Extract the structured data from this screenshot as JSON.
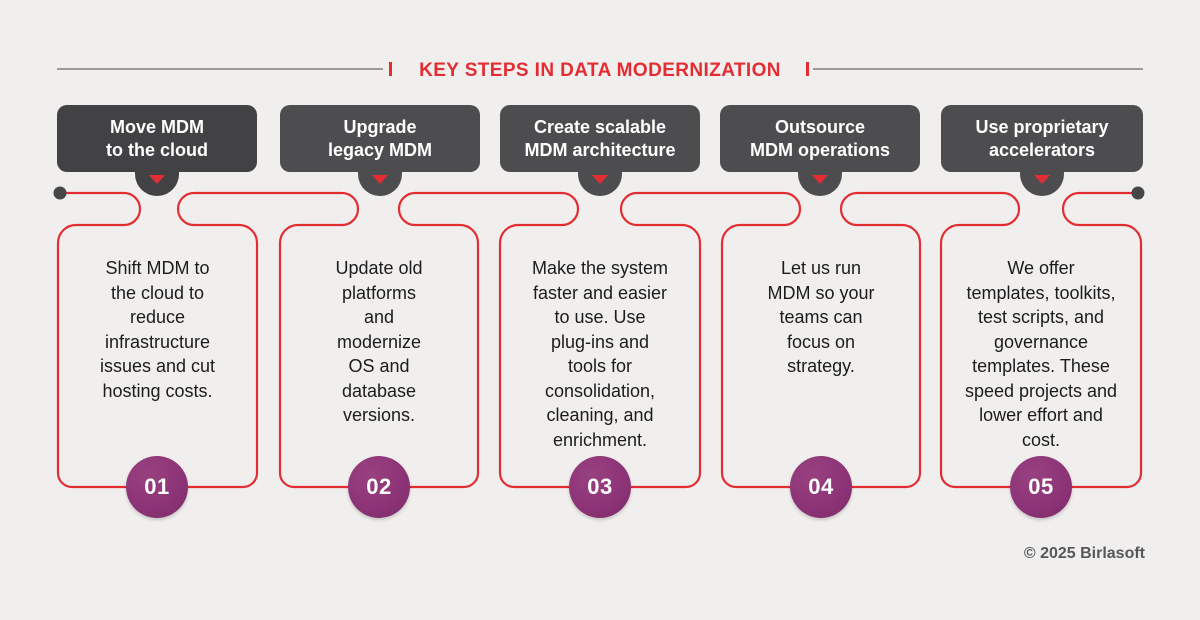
{
  "title": "KEY STEPS IN DATA MODERNIZATION",
  "colors": {
    "accent_red": "#e32d33",
    "header_box_dark": "#424244",
    "header_box": "#4d4d4f",
    "circle_purple": "#8d3478",
    "background": "#f0efed",
    "text_dark": "#1c1c1c",
    "rule_gray": "#9d9b99"
  },
  "steps": [
    {
      "number": "01",
      "heading": "Move MDM\nto the cloud",
      "description": "Shift MDM to\nthe cloud to\nreduce\ninfrastructure\nissues and cut\nhosting costs."
    },
    {
      "number": "02",
      "heading": "Upgrade\nlegacy MDM",
      "description": "Update old\nplatforms\nand\nmodernize\nOS and\ndatabase\nversions."
    },
    {
      "number": "03",
      "heading": "Create scalable\nMDM architecture",
      "description": "Make the system\nfaster and easier\nto use. Use\nplug-ins and\ntools for\nconsolidation,\ncleaning, and\nenrichment."
    },
    {
      "number": "04",
      "heading": "Outsource\nMDM operations",
      "description": "Let us run\nMDM so your\nteams can\nfocus on\nstrategy."
    },
    {
      "number": "05",
      "heading": "Use proprietary\naccelerators",
      "description": "We offer\ntemplates, toolkits,\ntest scripts, and\ngovernance\ntemplates. These\nspeed projects and\nlower effort and\ncost."
    }
  ],
  "footer": {
    "copyright": "© 2025 Birlasoft"
  }
}
